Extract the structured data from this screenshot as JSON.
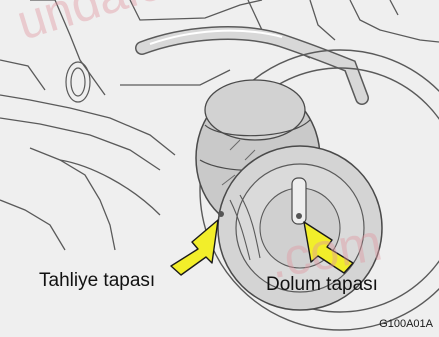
{
  "figure": {
    "labels": {
      "drain_plug": "Tahliye tapası",
      "fill_plug": "Dolum tapası"
    },
    "figure_code": "G100A01A",
    "watermark_text": [
      "undaicla",
      ".com"
    ]
  },
  "colors": {
    "background": "#efefef",
    "line_art": "#4a4a4a",
    "differential_housing": "#c9c9c9",
    "arrow_fill": "#f2ee2a",
    "arrow_outline": "#1a1a1a",
    "watermark": "#e196a0"
  }
}
